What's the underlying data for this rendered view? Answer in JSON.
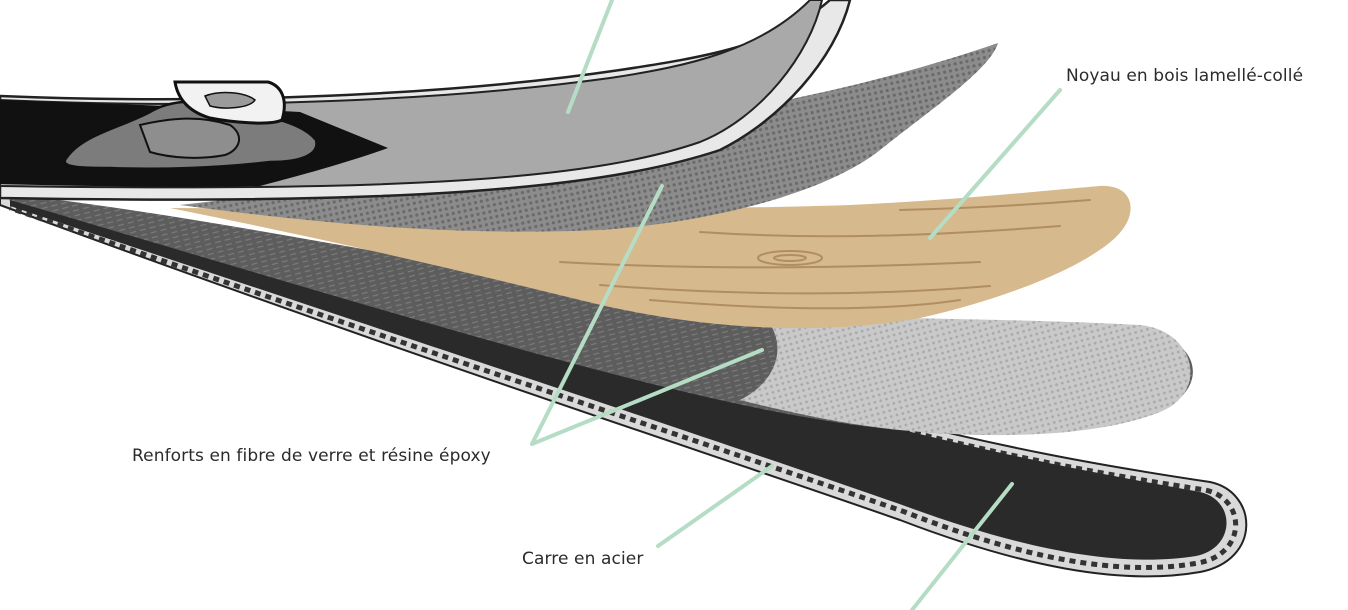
{
  "labels": {
    "core": "Noyau en bois lamellé-collé",
    "fiber": "Renforts en fibre de verre et résine époxy",
    "edge": "Carre en acier"
  },
  "colors": {
    "leader_line": "#b5dcc5",
    "wood": "#d6b98c",
    "base": "#2a2a2a",
    "topsheet": "#a9a9a9",
    "mesh_dark": "#8a8a8a",
    "mesh_light": "#c8c8c8",
    "outline": "#222222"
  }
}
